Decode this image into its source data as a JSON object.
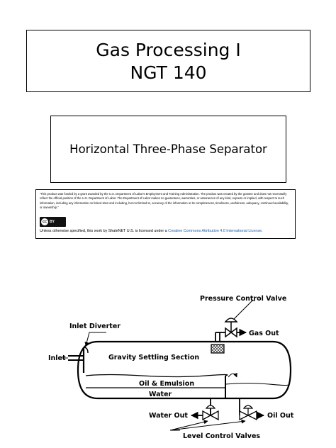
{
  "title": {
    "line1": "Gas Processing I",
    "line2": "NGT 140"
  },
  "subtitle": "Horizontal Three-Phase Separator",
  "notice": {
    "disclaimer": "\"This product was funded by a grant awarded by the U.S. Department of Labor's Employment and Training Administration. The product was created by the grantee and does not necessarily reflect the official position of the U.S. Department of Labor. The Department of Labor makes no guarantees, warranties, or assurances of any kind, express or implied, with respect to such information, including any information on linked sites and including, but not limited to, accuracy of the information or its completeness, timeliness, usefulness, adequacy, continued availability, or ownership.\"",
    "cc_badge": {
      "icon": "cc-by-license-icon",
      "cc": "cc",
      "by": "BY"
    },
    "license_prefix": "Unless otherwise specified, this work by ShaleNET U.S. is licensed under a ",
    "license_link": "Creative Commons Attribution 4.0 International License",
    "license_suffix": ".",
    "link_color": "#1a5fb4"
  },
  "diagram": {
    "labels": {
      "pressure_control_valve": "Pressure Control Valve",
      "inlet_diverter": "Inlet Diverter",
      "gas_out": "Gas Out",
      "inlet": "Inlet",
      "gravity_settling_section": "Gravity Settling Section",
      "oil_emulsion": "Oil & Emulsion",
      "water": "Water",
      "water_out": "Water Out",
      "oil_out": "Oil Out",
      "level_control_valves": "Level Control Valves"
    }
  }
}
